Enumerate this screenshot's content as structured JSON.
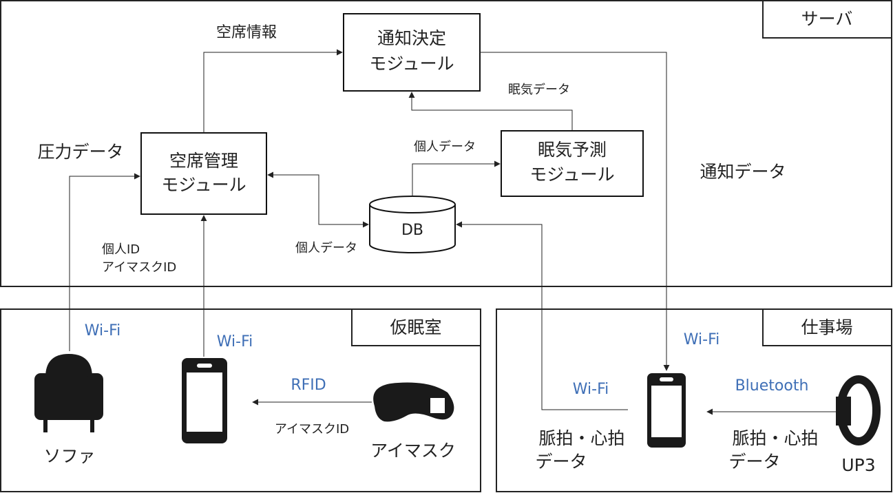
{
  "regions": {
    "server": "サーバ",
    "nap_room": "仮眠室",
    "workplace": "仕事場"
  },
  "modules": {
    "notification_decision": [
      "通知決定",
      "モジュール"
    ],
    "vacancy_management": [
      "空席管理",
      "モジュール"
    ],
    "sleepiness_prediction": [
      "眠気予測",
      "モジュール"
    ],
    "db": "DB"
  },
  "edge_labels": {
    "vacancy_info": "空席情報",
    "sleepiness_data": "眠気データ",
    "pressure_data": "圧力データ",
    "personal_data_top": "個人データ",
    "personal_data_left": "個人データ",
    "notification_data": "通知データ",
    "personal_id": "個人ID",
    "eyemask_id_server": "アイマスクID",
    "wifi_sofa": "Wi-Fi",
    "wifi_phone_nap": "Wi-Fi",
    "wifi_work_down": "Wi-Fi",
    "wifi_work_up": "Wi-Fi",
    "rfid": "RFID",
    "eyemask_id_nap": "アイマスクID",
    "bluetooth": "Bluetooth",
    "pulse_heart_left": [
      "脈拍・心拍",
      "データ"
    ],
    "pulse_heart_right": [
      "脈拍・心拍",
      "データ"
    ]
  },
  "devices": {
    "sofa": "ソファ",
    "eyemask": "アイマスク",
    "up3": "UP3"
  },
  "colors": {
    "wireless_label": "#3f6fb6",
    "line": "#222222"
  }
}
